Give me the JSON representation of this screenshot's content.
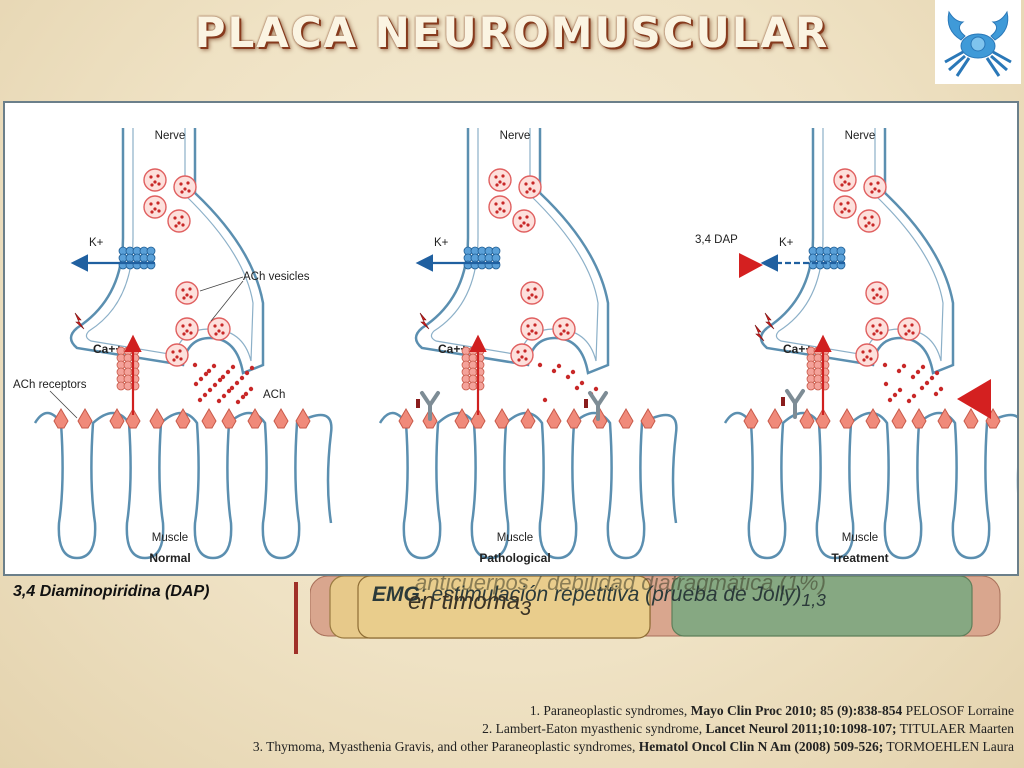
{
  "title": "PLACA NEUROMUSCULAR",
  "panels": [
    {
      "nerve": "Nerve",
      "muscle": "Muscle",
      "state": "Normal"
    },
    {
      "nerve": "Nerve",
      "muscle": "Muscle",
      "state": "Pathological"
    },
    {
      "nerve": "Nerve",
      "muscle": "Muscle",
      "state": "Treatment"
    }
  ],
  "labels": {
    "k": "K+",
    "ca": "Ca++",
    "ach_vesicles": "ACh vesicles",
    "ach": "ACh",
    "ach_receptors": "ACh receptors",
    "dap": "3,4 DAP"
  },
  "side_text": "3,4  Diaminopiridina (DAP)",
  "ghost": {
    "emg_prefix": "EMG",
    "emg_rest": ": estimulación repetitiva (prueba de Jolly)",
    "emg_sub": "1,3",
    "timoma_line1": "anticuerpos / debilidad diafragmática (1%)",
    "timoma_line2": "en timoma",
    "timoma_sub": "3"
  },
  "references": [
    {
      "pre": "1. Paraneoplastic syndromes, ",
      "bold": "Mayo Clin Proc 2010; 85 (9):838-854",
      "post": " PELOSOF Lorraine"
    },
    {
      "pre": "2. Lambert-Eaton myasthenic syndrome, ",
      "bold": "Lancet Neurol 2011;10:1098-107;",
      "post": " TITULAER Maarten"
    },
    {
      "pre": "3. Thymoma, Myasthenia Gravis, and other Paraneoplastic syndromes, ",
      "bold": "Hematol Oncol Clin N Am (2008) 509-526;",
      "post": " TORMOEHLEN Laura"
    }
  ],
  "colors": {
    "membrane": "#5b8fb0",
    "vesicle": "#e06060",
    "receptor": "#f08a7a",
    "arrow_red": "#d02020",
    "arrow_blue": "#2060a0",
    "title_shadow": "#8a3b1e",
    "accent_line": "#a03028"
  }
}
